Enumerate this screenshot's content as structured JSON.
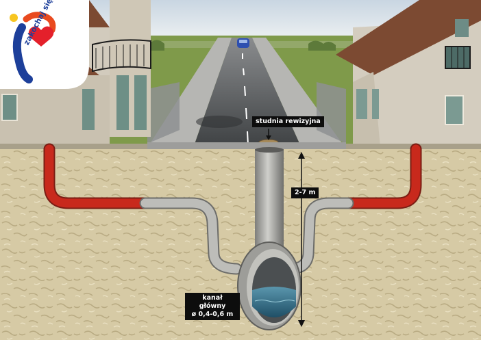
{
  "labels": {
    "manhole": "studnia rewizyjna",
    "depth": "2-7 m",
    "main_channel_line1": "kanał główny",
    "main_channel_line2": "ø 0,4-0,6 m"
  },
  "logo": {
    "text": "zakochaj się w Warszawie"
  },
  "colors": {
    "soil": "#d6caa5",
    "house_pipe": "#c8291c",
    "concrete_pipe": "#b9b9b5",
    "water": "#2f6d8a",
    "road": "#4a4d50",
    "grass": "#6c8a3a",
    "sky": "#dfe6ec"
  },
  "icons": [
    "heart-icon",
    "down-arrow-icon",
    "double-arrow-icon"
  ]
}
